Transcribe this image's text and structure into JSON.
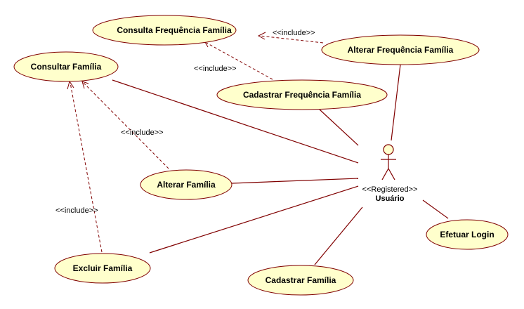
{
  "use_cases": {
    "consulta_frequencia_familia": "Consulta Frequência Família",
    "alterar_frequencia_familia": "Alterar Frequência Família",
    "consultar_familia": "Consultar Família",
    "cadastrar_frequencia_familia": "Cadastrar Frequência Família",
    "alterar_familia": "Alterar Família",
    "excluir_familia": "Excluir Família",
    "cadastrar_familia": "Cadastrar Família",
    "efetuar_login": "Efetuar Login"
  },
  "include_labels": {
    "alterar_freq_to_consulta_freq": "<<include>>",
    "cadastrar_freq_to_consulta_freq": "<<include>>",
    "alterar_familia_to_consultar": "<<include>>",
    "excluir_familia_to_consultar": "<<include>>"
  },
  "actor": {
    "stereotype": "<<Registered>>",
    "name": "Usuário"
  },
  "colors": {
    "use_case_fill": "#ffffcc",
    "line": "#800000"
  }
}
